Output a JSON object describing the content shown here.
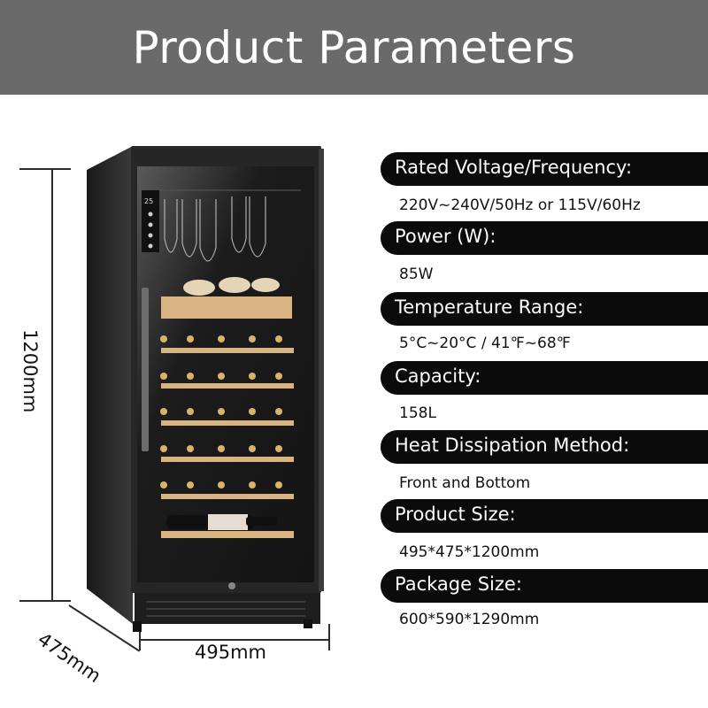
{
  "banner": {
    "title": "Product Parameters"
  },
  "dimensions": {
    "height": "1200mm",
    "depth": "475mm",
    "width": "495mm"
  },
  "product": {
    "display_reading": "25"
  },
  "specs": [
    {
      "label": "Rated Voltage/Frequency:",
      "value": "220V~240V/50Hz or 115V/60Hz"
    },
    {
      "label": "Power (W):",
      "value": "85W"
    },
    {
      "label": "Temperature Range:",
      "value": "5°C~20°C / 41℉~68℉"
    },
    {
      "label": "Capacity:",
      "value": "158L"
    },
    {
      "label": "Heat Dissipation Method:",
      "value": "Front and Bottom"
    },
    {
      "label": "Product Size:",
      "value": "495*475*1200mm"
    },
    {
      "label": "Package Size:",
      "value": "600*590*1290mm"
    }
  ],
  "colors": {
    "banner": "#6a6a6a",
    "pill": "#0b0b0b",
    "cabinet": "#2a2a2a",
    "shelf_wood": "#d9b483"
  }
}
